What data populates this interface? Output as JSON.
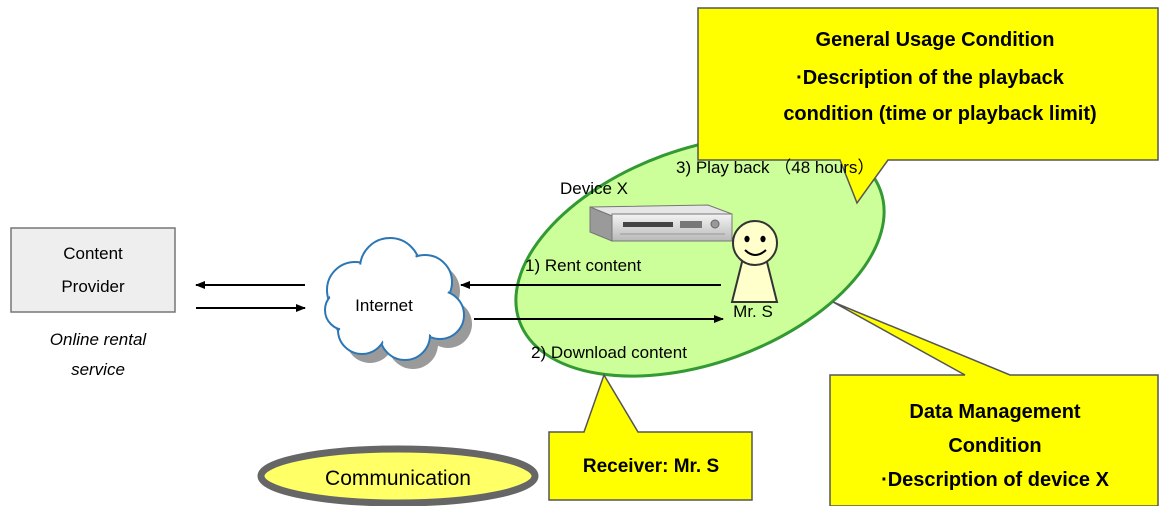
{
  "provider": {
    "line1": "Content",
    "line2": "Provider",
    "caption1": "Online rental",
    "caption2": "service"
  },
  "cloud": {
    "label": "Internet"
  },
  "device": {
    "label": "Device X"
  },
  "person": {
    "label": "Mr. S"
  },
  "arrows": {
    "rent": "1) Rent content",
    "download": "2) Download content",
    "playback": "3) Play back （48 hours）"
  },
  "callouts": {
    "general": {
      "title": "General Usage Condition",
      "line1": "·Description of the playback",
      "line2": "condition (time or playback limit)"
    },
    "data_management": {
      "line1": "Data Management",
      "line2": "Condition",
      "line3": "·Description of device X"
    },
    "receiver": {
      "text": "Receiver: Mr. S"
    }
  },
  "badge": {
    "label": "Communication"
  },
  "colors": {
    "callout_fill": "#ffff00",
    "green_fill": "#ccff99",
    "green_stroke": "#339933",
    "badge_fill": "#ffff66",
    "badge_stroke": "#666666",
    "face_fill": "#ffffcc"
  }
}
